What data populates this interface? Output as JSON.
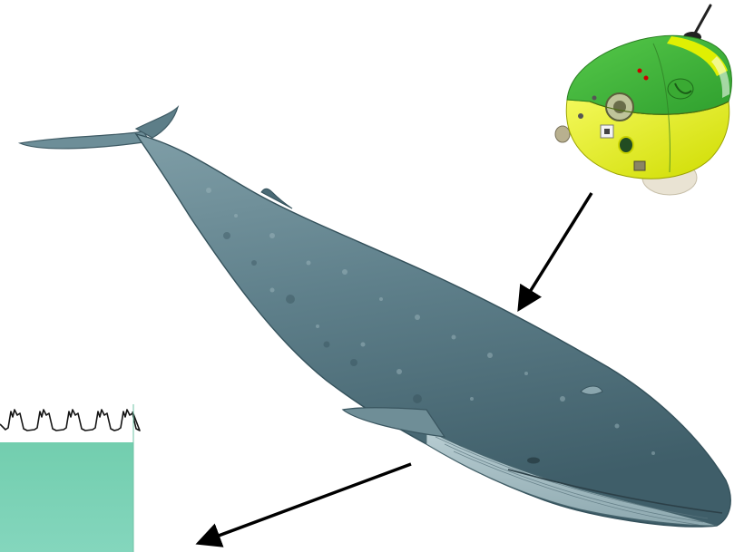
{
  "figure": {
    "subjects": [
      "blue-whale",
      "suction-cup-tag",
      "ecg-trace"
    ],
    "colors": {
      "background": "#ffffff",
      "whale_dark": "#3e5d68",
      "whale_mid": "#6f8f98",
      "whale_light": "#a9c0c6",
      "tag_green": "#3fb83a",
      "tag_yellow": "#e6f000",
      "tag_cup": "#e9e3d3",
      "panel_fill": "#79d2b4",
      "trace_line": "#141414",
      "arrow": "#000000"
    }
  }
}
